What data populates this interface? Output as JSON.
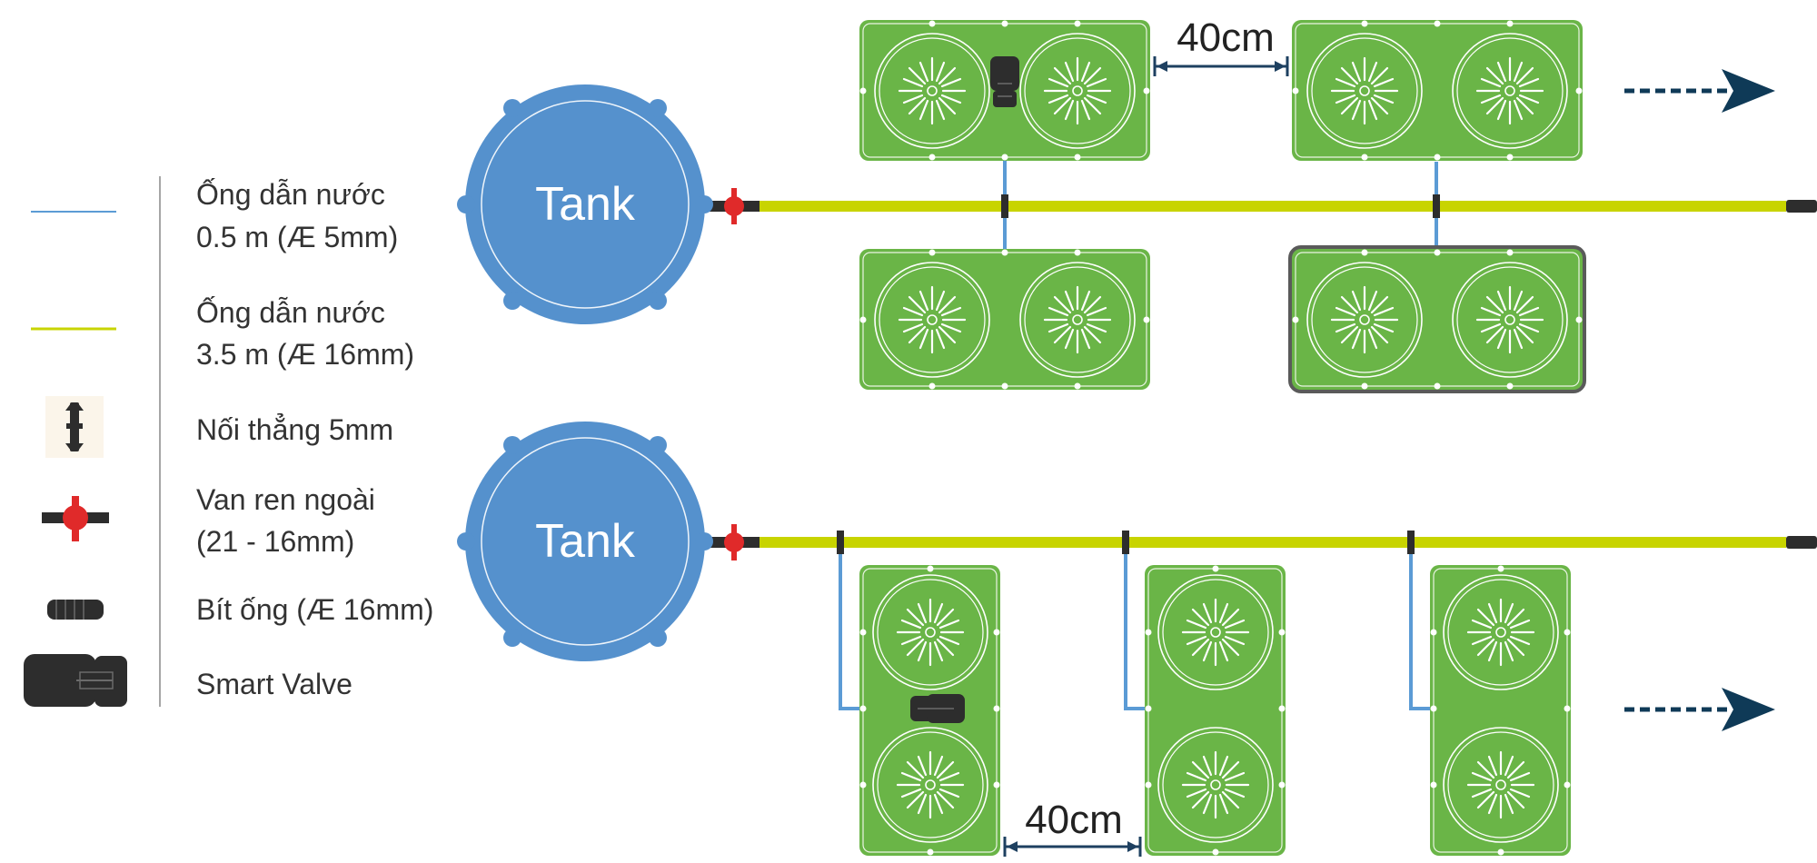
{
  "legend": {
    "items": [
      {
        "id": "pipe-5mm",
        "line1": "Ống dẫn nước",
        "line2": "0.5 m (Æ 5mm)"
      },
      {
        "id": "pipe-16mm",
        "line1": "Ống dẫn nước",
        "line2": "3.5 m (Æ 16mm)"
      },
      {
        "id": "straight-connector",
        "line1": "Nối thẳng 5mm"
      },
      {
        "id": "valve",
        "line1": "Van ren ngoài",
        "line2": "(21 - 16mm)"
      },
      {
        "id": "end-cap",
        "line1": "Bít ống (Æ 16mm)"
      },
      {
        "id": "smart-valve",
        "line1": "Smart Valve"
      }
    ]
  },
  "tanks": [
    {
      "label": "Tank"
    },
    {
      "label": "Tank"
    }
  ],
  "spacing_labels": {
    "top": "40cm",
    "bottom": "40cm"
  },
  "colors": {
    "pipe_5mm": "#5b9bd5",
    "pipe_16mm": "#c8d400",
    "tank": "#5591cd",
    "tray": "#6ab547",
    "valve_red": "#e02a2a",
    "arrow": "#0f3a57",
    "dark": "#2d2d2d"
  },
  "icons": [
    "tank-icon",
    "tray-icon",
    "valve-icon",
    "smart-valve-icon",
    "end-cap-icon",
    "straight-connector-icon",
    "arrow-icon"
  ]
}
